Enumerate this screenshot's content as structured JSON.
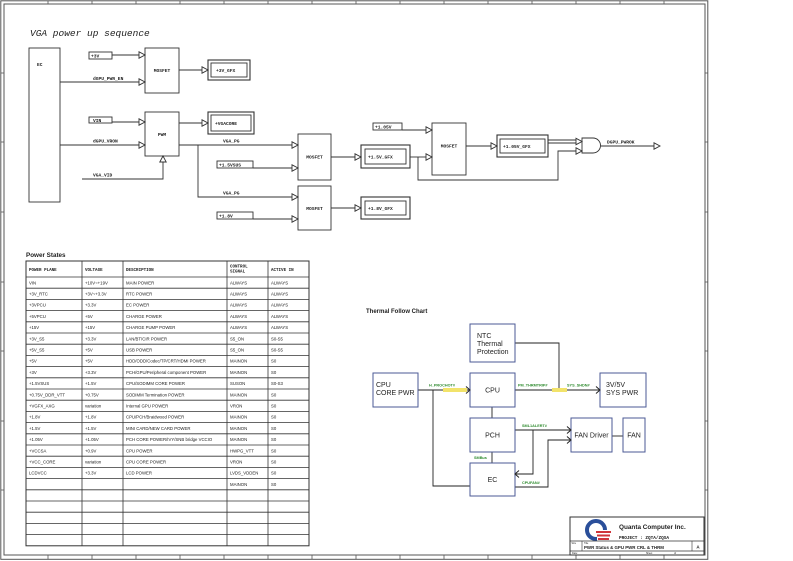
{
  "colors": {
    "line": "#333333",
    "signal_green": "#2e8b2e",
    "highlight_yellow": "#f2e36b",
    "block_border": "#4b5a96",
    "logo_blue": "#2a4f9a",
    "logo_red": "#d0343a"
  },
  "vga_sequence": {
    "title": "VGA power up sequence",
    "ec_label": "EC",
    "mosfet_label": "MOSFET",
    "pwm_label": "PWM",
    "nets": {
      "p3v": "+3V",
      "dgpu_pwr_en": "dGPU_PWR_EN",
      "p3v_gfx": "+3V_GFX",
      "vin": "VIN",
      "dgpu_vron": "dGPU_VRON",
      "vgacore": "+VGACORE",
      "vga_vid": "VGA_VID",
      "vga_pg": "VGA_PG",
      "p1_5vsus": "+1.5VSUS",
      "p1_8v": "+1.8V",
      "p1_5v_gfx": "+1.5V_GFX",
      "p1_8v_gfx": "+1.8V_GFX",
      "p1_05v": "+1.05V",
      "p1_05v_gfx": "+1.05V_GFX",
      "dgpu_pwrok": "DGPU_PWROK"
    }
  },
  "power_states": {
    "title": "Power States",
    "columns": [
      "POWER PLANE",
      "VOLTAGE",
      "DESCRIPTION",
      [
        "CONTROL",
        "SIGNAL"
      ],
      "ACTIVE IN"
    ],
    "rows": [
      [
        "VIN",
        "+10V~+19V",
        "MAIN POWER",
        "ALWAYS",
        "ALWAYS"
      ],
      [
        "+3V_RTC",
        "+3V~+3.3V",
        "RTC POWER",
        "ALWAYS",
        "ALWAYS"
      ],
      [
        "+3VPCU",
        "+3.3V",
        "EC POWER",
        "ALWAYS",
        "ALWAYS"
      ],
      [
        "+5VPCU",
        "+5V",
        "CHARGE POWER",
        "ALWAYS",
        "ALWAYS"
      ],
      [
        "+15V",
        "+15V",
        "CHARGE PUMP POWER",
        "ALWAYS",
        "ALWAYS"
      ],
      [
        "+3V_S5",
        "+3.3V",
        "LAN/BT/CIR POWER",
        "S5_ON",
        "S0-S5"
      ],
      [
        "+5V_S5",
        "+5V",
        "USB POWER",
        "S5_ON",
        "S0-S5"
      ],
      [
        "+5V",
        "+5V",
        "HDD/ODD/Codec/TP/CRT/HDMI POWER",
        "MAINON",
        "S0"
      ],
      [
        "+3V",
        "+3.3V",
        "PCH/GPU/Peripheral component POWER",
        "MAINON",
        "S0"
      ],
      [
        "+1.5VSUS",
        "+1.5V",
        "CPU/SODIMM CORE POWER",
        "SUSON",
        "S0-S3"
      ],
      [
        "+0.75V_DDR_VTT",
        "+0.75V",
        "SODIMM Termination POWER",
        "MAINON",
        "S0"
      ],
      [
        "+VGFX_AXG",
        "variation",
        "Internal GPU POWER",
        "VRON",
        "S0"
      ],
      [
        "+1.8V",
        "+1.8V",
        "CPU/PCH/Braidwood POWER",
        "MAINON",
        "S0"
      ],
      [
        "+1.5V",
        "+1.5V",
        "MINI CARD/NEW CARD POWER",
        "MAINON",
        "S0"
      ],
      [
        "+1.05V",
        "+1.05V",
        "PCH CORE POWER/IVY/SNB bridge VCCIO",
        "MAINON",
        "S0"
      ],
      [
        "+VCCSA",
        "+0.9V",
        "CPU POWER",
        "HWPG_VTT",
        "S0"
      ],
      [
        "+VCC_CORE",
        "variation",
        "CPU CORE POWER",
        "VRON",
        "S0"
      ],
      [
        "LCDVCC",
        "+3.3V",
        "LCD POWER",
        "LVDS_VDDEN",
        "S0"
      ],
      [
        "",
        "",
        "",
        "MAINON",
        "S0"
      ],
      [
        "",
        "",
        "",
        "",
        ""
      ],
      [
        "",
        "",
        "",
        "",
        ""
      ],
      [
        "",
        "",
        "",
        "",
        ""
      ],
      [
        "",
        "",
        "",
        "",
        ""
      ],
      [
        "",
        "",
        "",
        "",
        ""
      ]
    ]
  },
  "thermal": {
    "title": "Thermal Follow Chart",
    "blocks": {
      "ntc": [
        "NTC",
        "Thermal",
        "Protection"
      ],
      "cpu_core_pwr": [
        "CPU",
        "CORE PWR"
      ],
      "cpu": "CPU",
      "sys_pwr": [
        "3V/5V",
        "SYS PWR"
      ],
      "pch": "PCH",
      "fan_driver": "FAN Driver",
      "fan": "FAN",
      "ec": "EC"
    },
    "signals": {
      "h_prochot": "H_PROCHOT#",
      "pm_thrmtrip": "PM_THRMTRIP#",
      "sys_shdn": "SYS_SHDN#",
      "sml1alert": "SML1ALERT#",
      "smbus": "SMBus",
      "cpufan": "CPUFAN#"
    }
  },
  "title_block": {
    "company": "Quanta Computer Inc.",
    "project_line": "PROJECT  :  ZQTA/ZQSA",
    "title_caption": "Title",
    "size_caption": "Size",
    "doc_title": "PWR Status & GPU PWR CRL & THRM",
    "rev": "A",
    "date_caption": "Date:",
    "sheet_caption": "Sheet",
    "of_caption": "of"
  }
}
